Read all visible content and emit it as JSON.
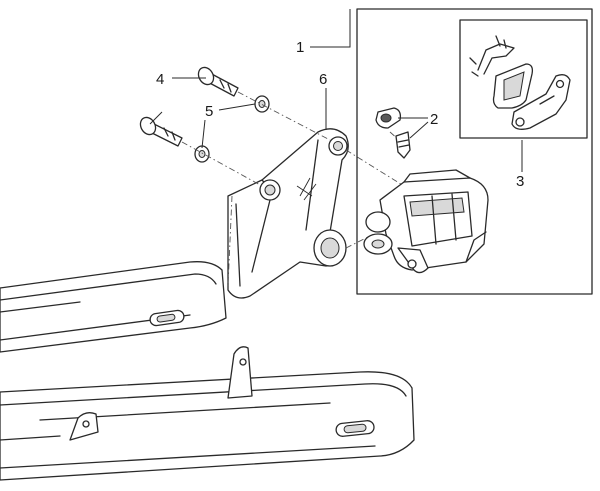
{
  "callouts": {
    "c1": "1",
    "c2": "2",
    "c3": "3",
    "c4": "4",
    "c5": "5",
    "c6": "6"
  },
  "colors": {
    "stroke": "#2a2a2a",
    "shade": "#d9d9d9",
    "background": "#ffffff"
  }
}
